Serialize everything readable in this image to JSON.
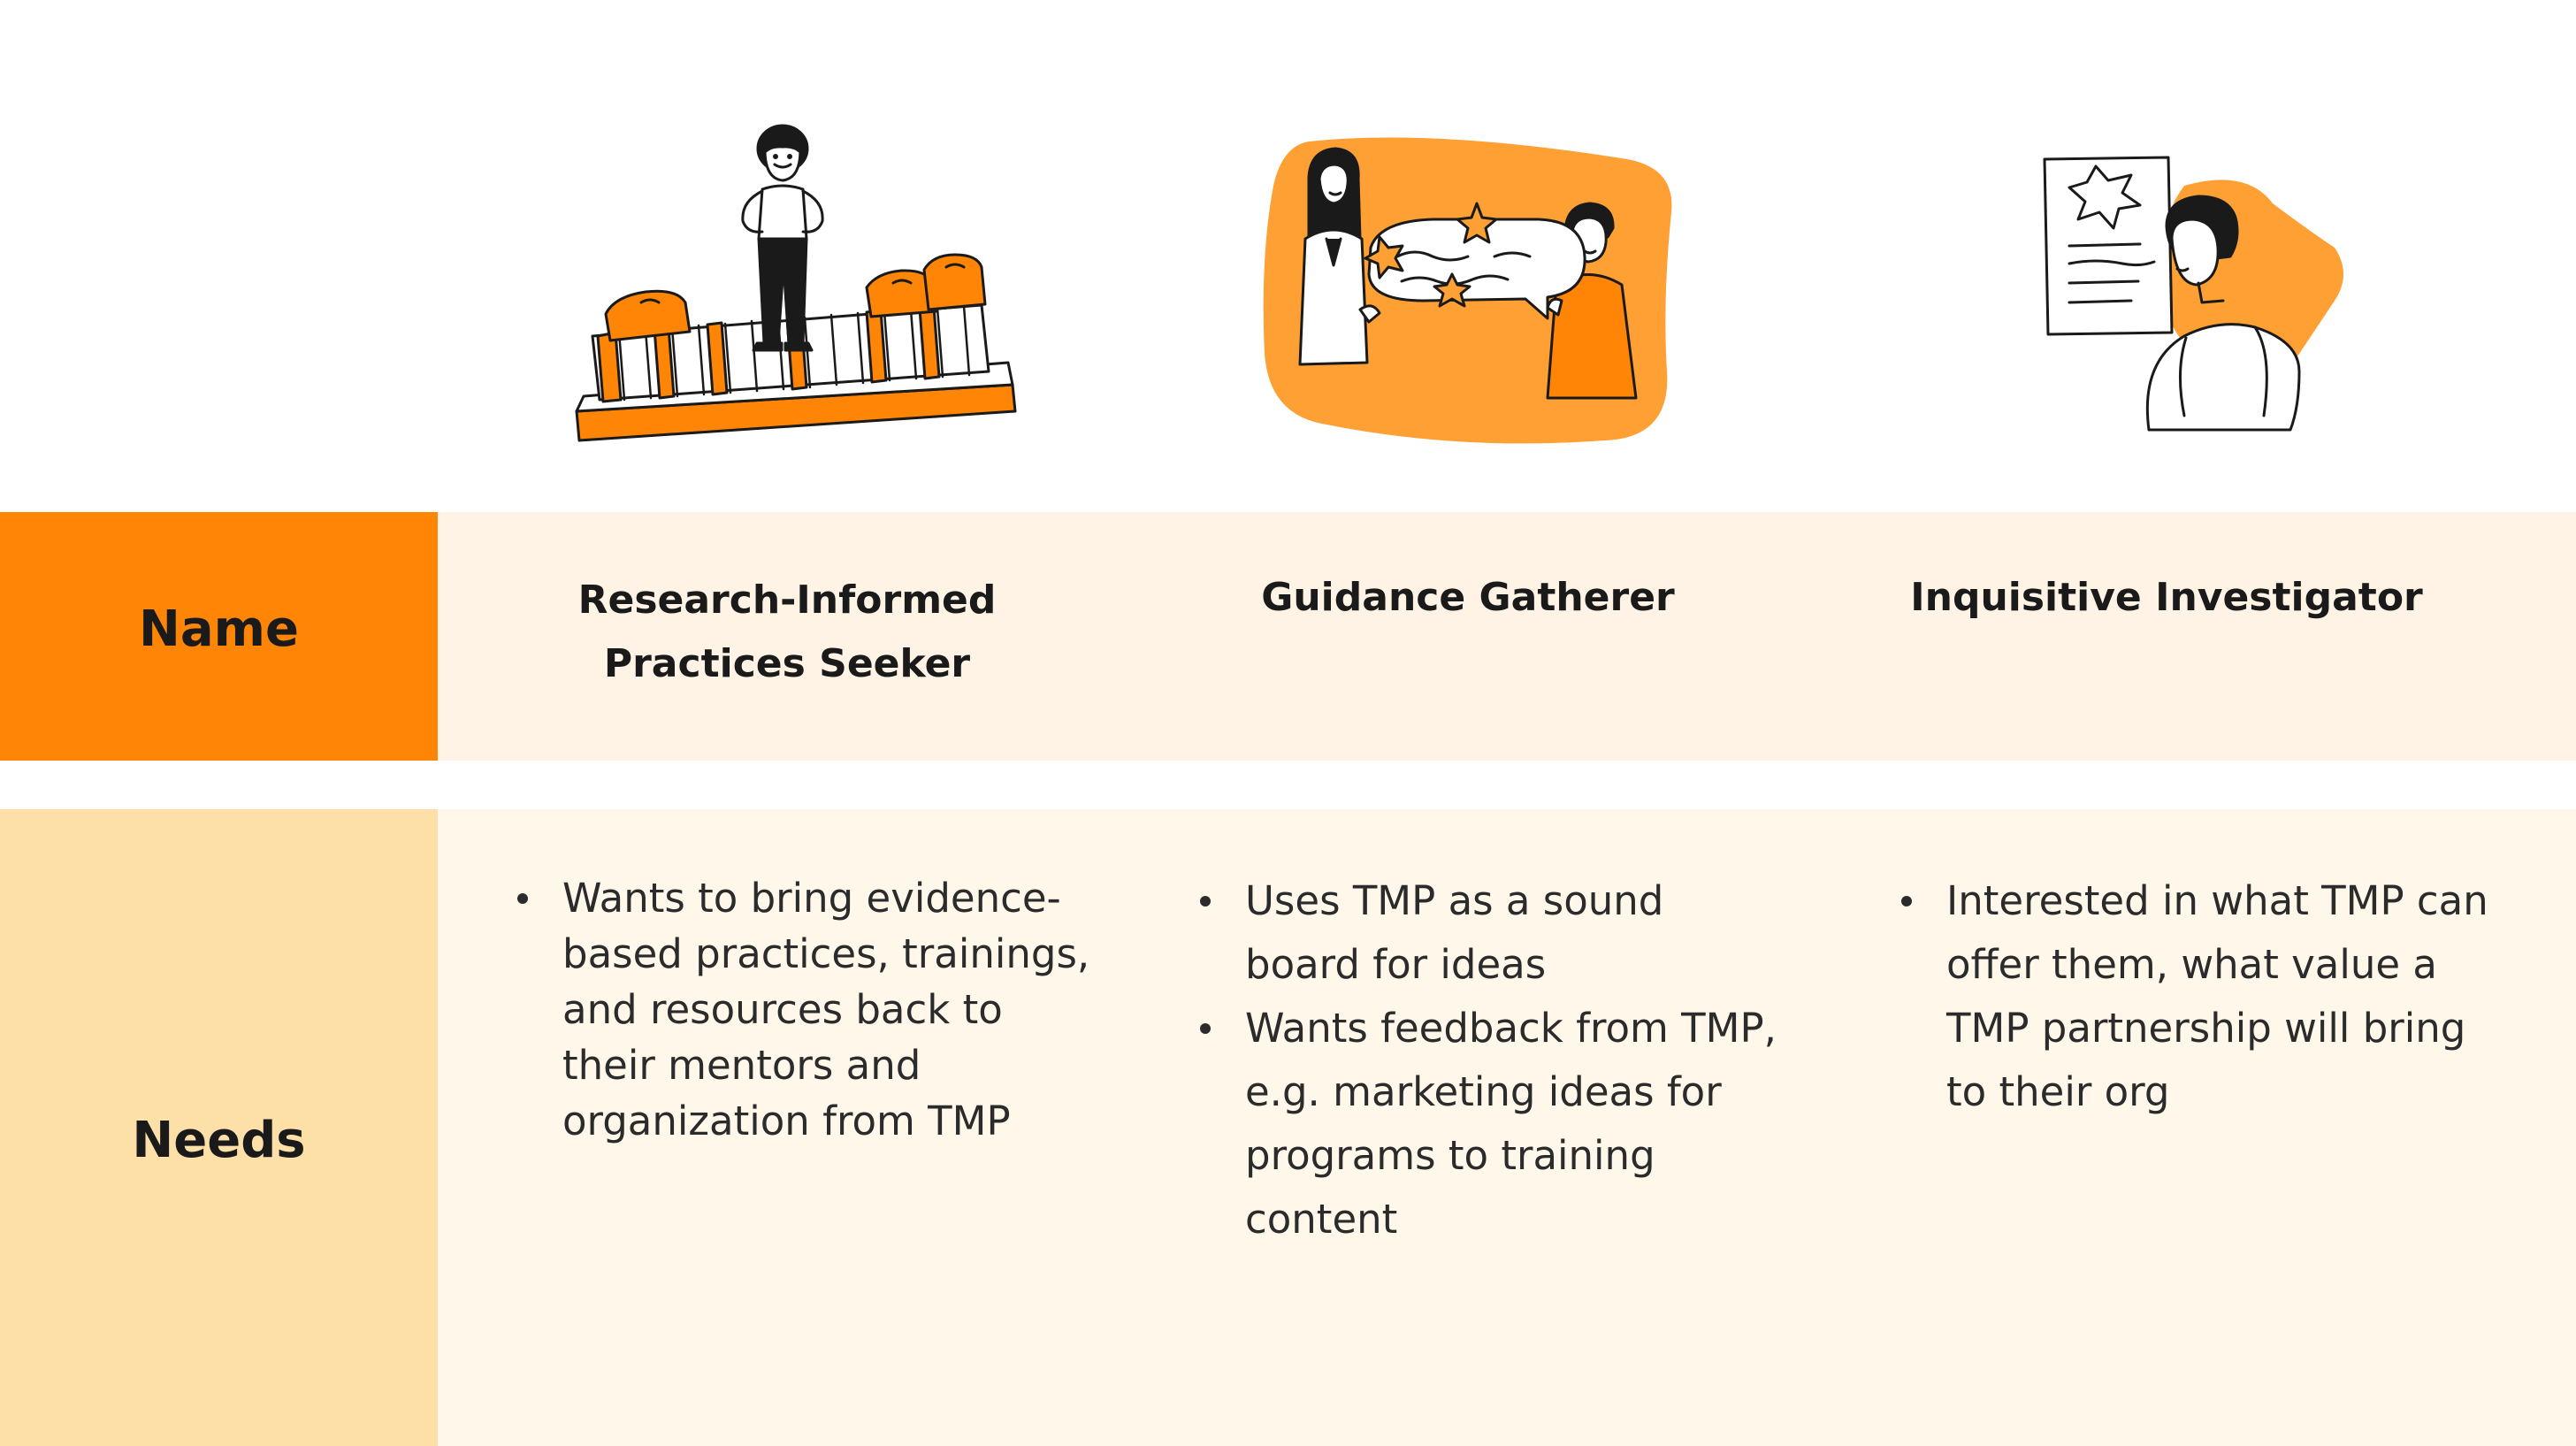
{
  "rows": {
    "name_label": "Name",
    "needs_label": "Needs"
  },
  "personas": [
    {
      "name": "Research-Informed\nPractices Seeker",
      "illustration": "person-standing-on-file-cabinet-illustration",
      "needs": [
        "Wants to bring evidence-\nbased practices, trainings,\nand resources back to\ntheir mentors and\norganization from TMP"
      ]
    },
    {
      "name": "Guidance Gatherer",
      "illustration": "two-people-holding-speech-bubble-illustration",
      "needs": [
        "Uses TMP as a sound\nboard for ideas",
        "Wants feedback from TMP,\ne.g. marketing ideas for\nprograms to training\ncontent"
      ]
    },
    {
      "name": "Inquisitive Investigator",
      "illustration": "person-reading-poster-illustration",
      "needs": [
        "Interested in what TMP can\noffer them, what value a\nTMP partnership will bring\nto their org"
      ]
    }
  ],
  "colors": {
    "accent_orange": "#FE8506",
    "illustration_orange": "#FEA033",
    "name_row_bg": "#FEF3E4",
    "needs_label_bg": "#FDDFA8",
    "needs_row_bg": "#FEF7EA",
    "ink": "#1a1a1a"
  }
}
